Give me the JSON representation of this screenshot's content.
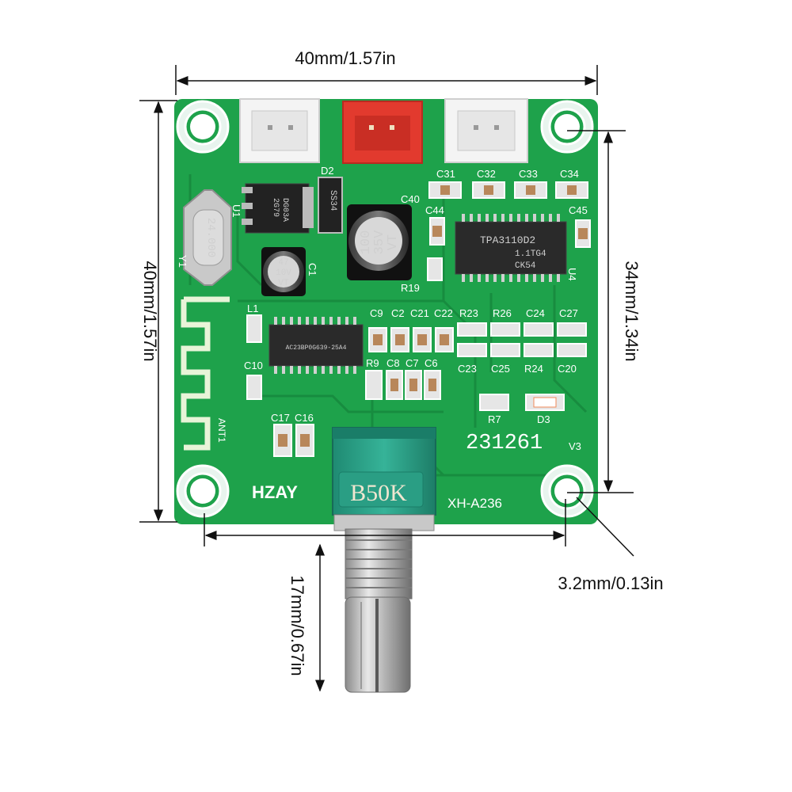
{
  "dimensions": {
    "width_label": "40mm/1.57in",
    "height_label": "40mm/1.57in",
    "hole_span_label": "34mm/1.34in",
    "knob_length_label": "17mm/0.67in",
    "hole_diameter_label": "3.2mm/0.13in"
  },
  "board": {
    "brand": "HZAY",
    "model": "XH-A236",
    "serial": "231261",
    "version": "V3",
    "antenna_label": "ANT1",
    "crystal_marking": "24.000",
    "amp_chip_marking": "TPA3110D2",
    "amp_chip_code": "1.1TG4",
    "amp_chip_code2": "CK54",
    "bt_chip_marking": "AC23BP0G639-25A4",
    "potentiometer_marking": "B50K",
    "cap_large_marking": [
      "100",
      "35V",
      "VT"
    ],
    "cap_small_marking": [
      "47",
      "10V",
      "VT"
    ],
    "regulator_marking": [
      "DG03A",
      "2G79"
    ],
    "diode_marking": "SS34",
    "labels_top": [
      "C31",
      "C32",
      "C33",
      "C34"
    ],
    "labels_row2": [
      "C9",
      "C2",
      "C21",
      "C22",
      "R23",
      "R26",
      "C24",
      "C27"
    ],
    "labels_row3": [
      "R9",
      "C8",
      "C7",
      "C6"
    ],
    "labels_row4": [
      "C23",
      "C25",
      "R24",
      "C20"
    ],
    "misc_labels": {
      "d2": "D2",
      "c40": "C40",
      "c44": "C44",
      "c45": "C45",
      "u1": "U1",
      "y1": "Y1",
      "c1": "C1",
      "r19": "R19",
      "u4": "U4",
      "l1": "L1",
      "c10": "C10",
      "c17": "C17",
      "c16": "C16",
      "r7": "R7",
      "d3": "D3"
    }
  },
  "colors": {
    "pcb": "#1ea24b",
    "pcb_dark": "#168a3d",
    "silkscreen": "#ffffff",
    "connector_white": "#f4f4f4",
    "connector_red": "#e23a2e",
    "pot_body": "#2a9e84",
    "dimension_line": "#111111"
  }
}
